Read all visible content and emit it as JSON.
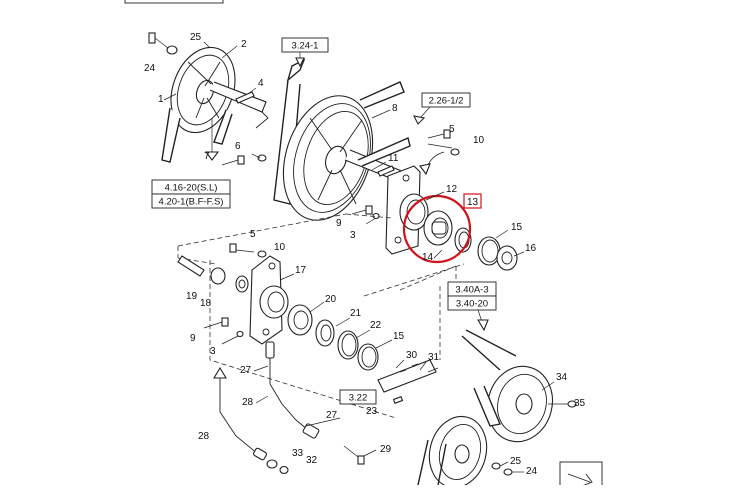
{
  "references": [
    {
      "id": "ref-3-24-1",
      "text": "3.24-1"
    },
    {
      "id": "ref-2-26-1-2",
      "text": "2.26-1/2"
    },
    {
      "id": "ref-4-16-20",
      "text": "4.16-20(S.L)"
    },
    {
      "id": "ref-4-20-1",
      "text": "4.20-1(B.F-F.S)"
    },
    {
      "id": "ref-3-40a-3",
      "text": "3.40A-3"
    },
    {
      "id": "ref-3-40-20",
      "text": "3.40-20"
    },
    {
      "id": "ref-3-22",
      "text": "3.22"
    }
  ],
  "highlighted_part": "13",
  "highlight_color": "#d0131b",
  "part_labels": [
    "25",
    "2",
    "24",
    "1",
    "4",
    "8",
    "5",
    "10",
    "7",
    "6",
    "11",
    "12",
    "13",
    "9",
    "3",
    "15",
    "14",
    "16",
    "5",
    "10",
    "17",
    "19",
    "18",
    "20",
    "21",
    "22",
    "9",
    "3",
    "15",
    "30",
    "31",
    "27",
    "28",
    "23",
    "27",
    "34",
    "35",
    "28",
    "33",
    "32",
    "29",
    "25",
    "24"
  ]
}
